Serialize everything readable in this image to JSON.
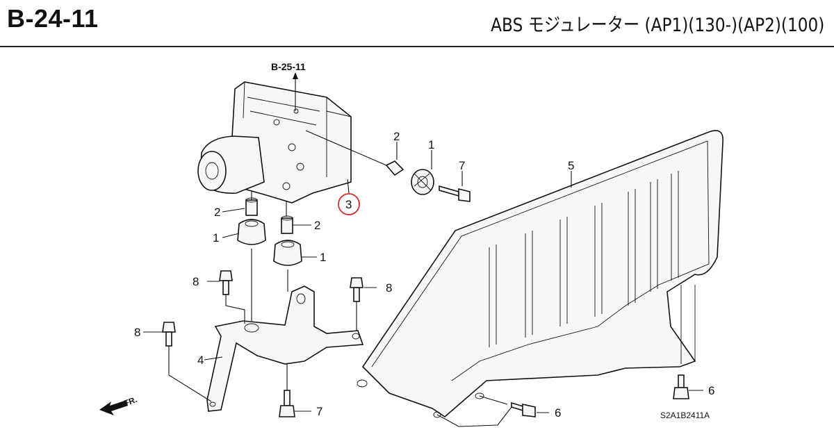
{
  "header": {
    "code": "B-24-11",
    "title": "ABS モジュレーター (AP1)(130-)(AP2)(100)"
  },
  "diagram": {
    "reference": "B-25-11",
    "drawing_code": "S2A1B2411A",
    "direction_label": "FR.",
    "highlight_color": "#d42a2a",
    "callouts": {
      "c1_top": "1",
      "c2_top": "2",
      "c7_top": "7",
      "c5": "5",
      "c3": "3",
      "c2_left": "2",
      "c1_left": "1",
      "c2_mid": "2",
      "c1_mid": "1",
      "c8_a": "8",
      "c8_b": "8",
      "c8_c": "8",
      "c4": "4",
      "c7_bottom": "7",
      "c6_a": "6",
      "c6_b": "6"
    }
  }
}
